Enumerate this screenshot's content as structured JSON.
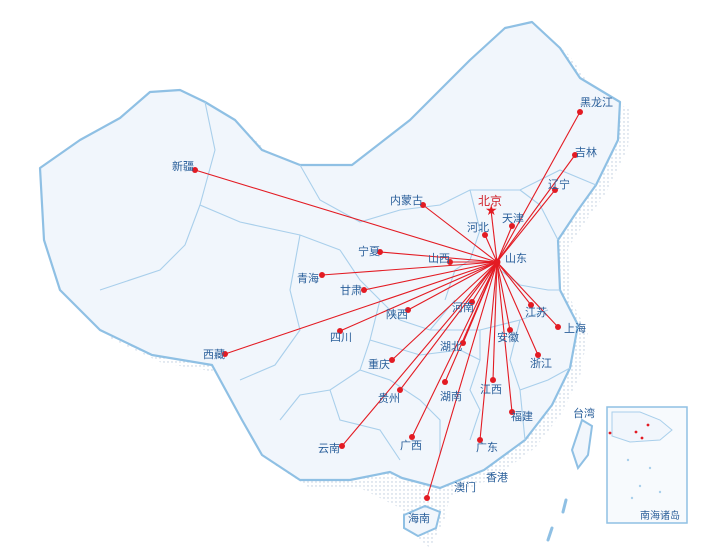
{
  "map": {
    "hub": "山东",
    "capital": "北京",
    "colors": {
      "route": "#e31b23",
      "dot": "#e31b23",
      "land": "#f1f6fc",
      "border": "#8fc0e4",
      "label": "#2a5f9a"
    },
    "provinces": [
      {
        "id": "heilongjiang",
        "name": "黑龙江"
      },
      {
        "id": "jilin",
        "name": "吉林"
      },
      {
        "id": "liaoning",
        "name": "辽宁"
      },
      {
        "id": "xinjiang",
        "name": "新疆"
      },
      {
        "id": "neimenggu",
        "name": "内蒙古"
      },
      {
        "id": "beijing",
        "name": "北京"
      },
      {
        "id": "tianjin",
        "name": "天津"
      },
      {
        "id": "hebei",
        "name": "河北"
      },
      {
        "id": "ningxia",
        "name": "宁夏"
      },
      {
        "id": "shanxi",
        "name": "山西"
      },
      {
        "id": "shandong",
        "name": "山东"
      },
      {
        "id": "qinghai",
        "name": "青海"
      },
      {
        "id": "gansu",
        "name": "甘肃"
      },
      {
        "id": "shaanxi",
        "name": "陕西"
      },
      {
        "id": "henan",
        "name": "河南"
      },
      {
        "id": "jiangsu",
        "name": "江苏"
      },
      {
        "id": "shanghai",
        "name": "上海"
      },
      {
        "id": "sichuan",
        "name": "四川"
      },
      {
        "id": "hubei",
        "name": "湖北"
      },
      {
        "id": "anhui",
        "name": "安徽"
      },
      {
        "id": "zhejiang",
        "name": "浙江"
      },
      {
        "id": "xizang",
        "name": "西藏"
      },
      {
        "id": "chongqing",
        "name": "重庆"
      },
      {
        "id": "guizhou",
        "name": "贵州"
      },
      {
        "id": "hunan",
        "name": "湖南"
      },
      {
        "id": "jiangxi",
        "name": "江西"
      },
      {
        "id": "fujian",
        "name": "福建"
      },
      {
        "id": "yunnan",
        "name": "云南"
      },
      {
        "id": "guangxi",
        "name": "广西"
      },
      {
        "id": "guangdong",
        "name": "广东"
      },
      {
        "id": "taiwan",
        "name": "台湾"
      },
      {
        "id": "xianggang",
        "name": "香港"
      },
      {
        "id": "aomen",
        "name": "澳门"
      },
      {
        "id": "hainan",
        "name": "海南"
      }
    ],
    "inset": {
      "title": "南海诸岛"
    }
  }
}
